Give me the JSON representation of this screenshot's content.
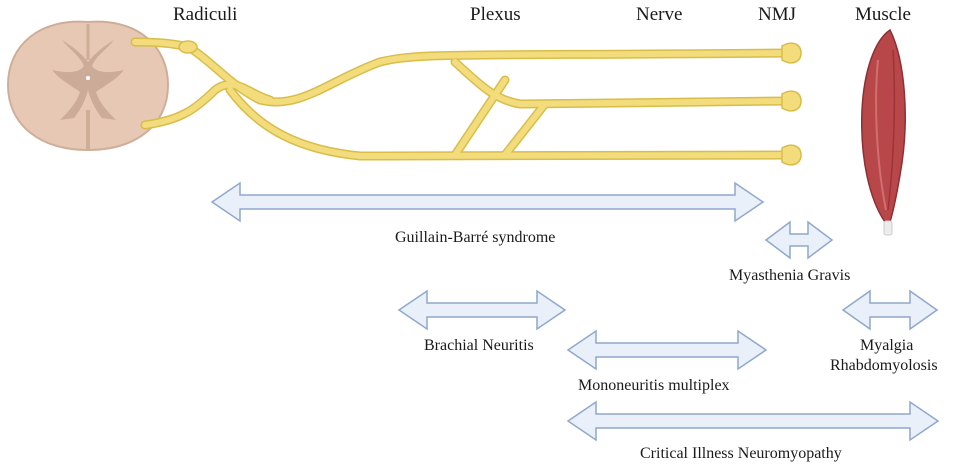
{
  "headers": {
    "radiculi": "Radiculi",
    "plexus": "Plexus",
    "nerve": "Nerve",
    "nmj": "NMJ",
    "muscle": "Muscle"
  },
  "conditions": {
    "gbs": "Guillain-Barré syndrome",
    "mg": "Myasthenia Gravis",
    "brachial": "Brachial Neuritis",
    "mononeuritis": "Mononeuritis multiplex",
    "myalgia": "Myalgia",
    "rhabdo": "Rhabdomyolosis",
    "cinm": "Critical Illness Neuromyopathy"
  },
  "colors": {
    "nerve_fill": "#f2dc7c",
    "nerve_stroke": "#d9bd4a",
    "arrow_fill": "#eaf0f9",
    "arrow_stroke": "#8fa8cc",
    "muscle": "#b8474a",
    "spinal_outer": "#e6c8b4",
    "spinal_grey": "#c9a896"
  }
}
